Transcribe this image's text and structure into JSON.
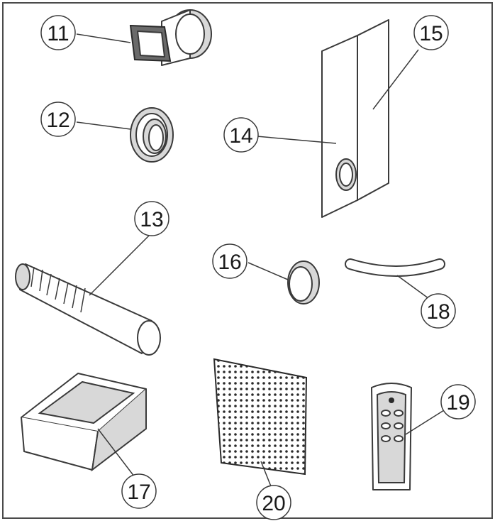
{
  "diagram": {
    "callouts": [
      {
        "id": "11",
        "label": "11",
        "part": "window-exhaust-adapter"
      },
      {
        "id": "12",
        "label": "12",
        "part": "hose-connector-ring"
      },
      {
        "id": "13",
        "label": "13",
        "part": "exhaust-hose"
      },
      {
        "id": "14",
        "label": "14",
        "part": "window-panel-lower"
      },
      {
        "id": "15",
        "label": "15",
        "part": "window-panel-upper"
      },
      {
        "id": "16",
        "label": "16",
        "part": "panel-plug"
      },
      {
        "id": "17",
        "label": "17",
        "part": "window-slider-adapter"
      },
      {
        "id": "18",
        "label": "18",
        "part": "drain-hose"
      },
      {
        "id": "19",
        "label": "19",
        "part": "remote-control"
      },
      {
        "id": "20",
        "label": "20",
        "part": "filter-mesh"
      }
    ]
  }
}
